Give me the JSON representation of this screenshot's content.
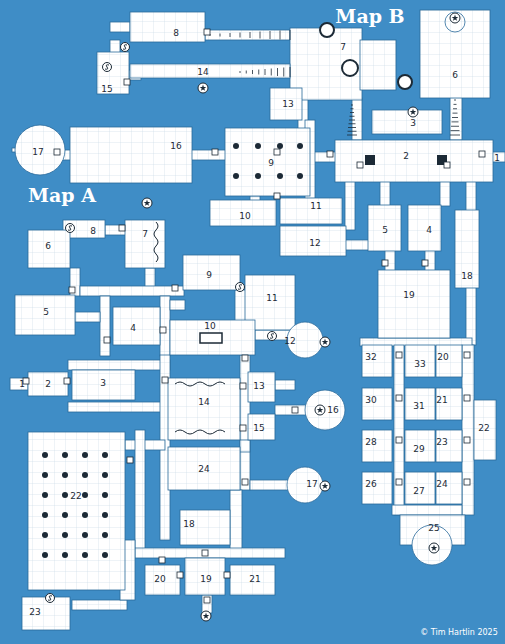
{
  "diagram": {
    "labels": [
      "Map B",
      "Map A",
      "1",
      "2",
      "3",
      "4",
      "5",
      "6",
      "7",
      "8",
      "9",
      "10",
      "11",
      "12",
      "13",
      "14",
      "15",
      "16",
      "17",
      "18",
      "19",
      "20",
      "21",
      "22",
      "23",
      "24",
      "25",
      "26",
      "27",
      "28",
      "29",
      "30",
      "31",
      "32",
      "33",
      "1",
      "2",
      "3",
      "4",
      "5",
      "6",
      "7",
      "8",
      "9",
      "10",
      "11",
      "12",
      "13",
      "14",
      "15",
      "16",
      "17",
      "18",
      "19",
      "20",
      "21",
      "22",
      "23",
      "24",
      "© Tim Hartlin 2025"
    ]
  }
}
